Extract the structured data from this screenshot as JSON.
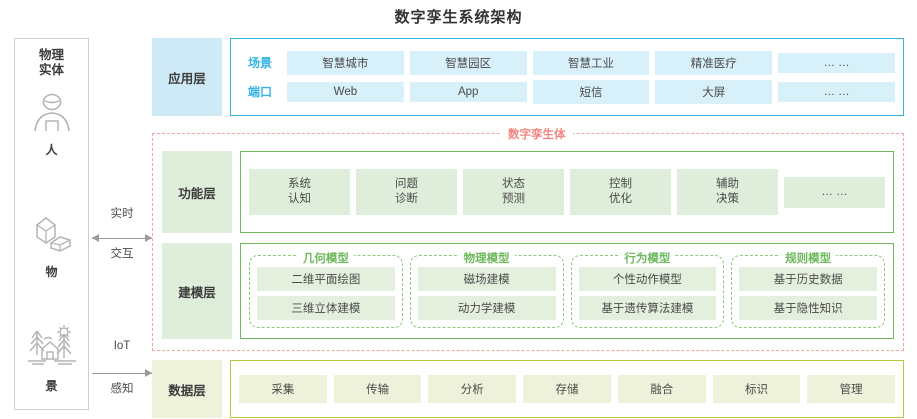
{
  "title": "数字孪生系统架构",
  "physical": {
    "column_title_line1": "物理",
    "column_title_line2": "实体",
    "items": [
      {
        "icon": "person-icon",
        "label": "人"
      },
      {
        "icon": "cube-icon",
        "label": "物"
      },
      {
        "icon": "landscape-icon",
        "label": "景"
      }
    ]
  },
  "connectors": [
    {
      "name": "realtime-interaction",
      "top": "实时",
      "bottom": "交互",
      "arrow": "双向"
    },
    {
      "name": "iot-sensing",
      "top": "IoT",
      "bottom": "感知",
      "arrow": "单向"
    }
  ],
  "twin": {
    "label": "数字孪生体"
  },
  "layers": {
    "application": {
      "name": "应用层",
      "rows": [
        {
          "row_label": "场景",
          "cells": [
            "智慧城市",
            "智慧园区",
            "智慧工业",
            "精准医疗",
            "… …"
          ]
        },
        {
          "row_label": "端口",
          "cells": [
            "Web",
            "App",
            "短信",
            "大屏",
            "… …"
          ]
        }
      ]
    },
    "function": {
      "name": "功能层",
      "cells": [
        {
          "line1": "系统",
          "line2": "认知"
        },
        {
          "line1": "问题",
          "line2": "诊断"
        },
        {
          "line1": "状态",
          "line2": "预测"
        },
        {
          "line1": "控制",
          "line2": "优化"
        },
        {
          "line1": "辅助",
          "line2": "决策"
        },
        {
          "line1": "… …",
          "line2": ""
        }
      ]
    },
    "modeling": {
      "name": "建模层",
      "groups": [
        {
          "title": "几何模型",
          "items": [
            "二维平面绘图",
            "三维立体建模"
          ]
        },
        {
          "title": "物理模型",
          "items": [
            "磁场建模",
            "动力学建模"
          ]
        },
        {
          "title": "行为模型",
          "items": [
            "个性动作模型",
            "基于遗传算法建模"
          ]
        },
        {
          "title": "规则模型",
          "items": [
            "基于历史数据",
            "基于隐性知识"
          ]
        }
      ]
    },
    "data": {
      "name": "数据层",
      "cells": [
        "采集",
        "传输",
        "分析",
        "存储",
        "融合",
        "标识",
        "管理"
      ]
    }
  },
  "colors": {
    "application_accent": "#35b4e3",
    "application_fill": "#d8f0fa",
    "function_accent": "#6db95c",
    "function_fill": "#dfeeda",
    "modeling_group_accent": "#8cc878",
    "data_accent": "#b0cc3d",
    "data_fill": "#eef2da",
    "twin_accent": "#f4847e",
    "icon_stroke": "#b3b3b3"
  }
}
